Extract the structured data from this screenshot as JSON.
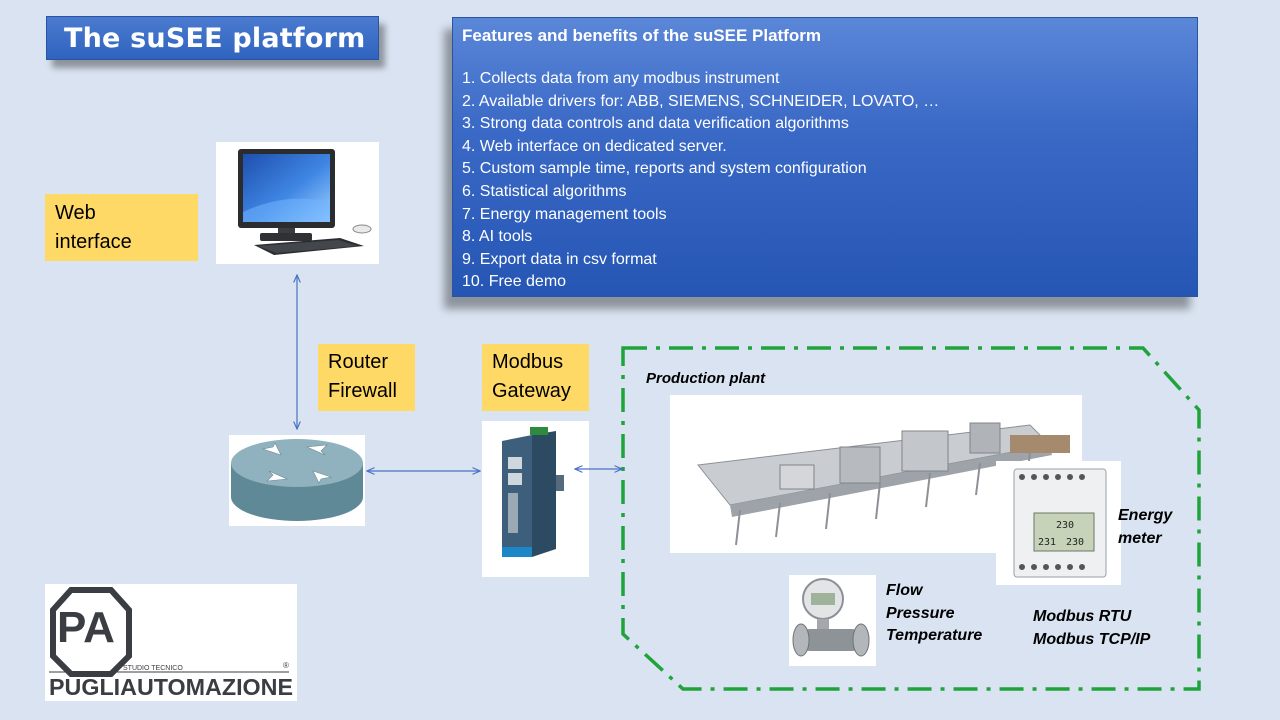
{
  "title": "The suSEE platform",
  "features": {
    "heading": "Features and benefits of the suSEE Platform",
    "items": [
      "1. Collects data from any modbus instrument",
      "2. Available drivers for: ABB, SIEMENS, SCHNEIDER, LOVATO, …",
      "3. Strong data controls and data verification algorithms",
      "4. Web interface on dedicated server.",
      "5. Custom sample time,  reports and system configuration",
      "6. Statistical algorithms",
      "7. Energy management tools",
      "8. AI tools",
      "9. Export data in csv format",
      "10. Free demo"
    ]
  },
  "labels": {
    "web_line1": "Web",
    "web_line2": "interface",
    "router_line1": "Router",
    "router_line2": "Firewall",
    "gateway_line1": "Modbus",
    "gateway_line2": "Gateway"
  },
  "plant": {
    "title": "Production plant",
    "energy_line1": "Energy",
    "energy_line2": "meter",
    "flow_line1": "Flow",
    "flow_line2": "Pressure",
    "flow_line3": "Temperature",
    "modbus_line1": "Modbus RTU",
    "modbus_line2": "Modbus TCP/IP"
  },
  "meter_display": {
    "row1": "230",
    "row2a": "231",
    "row2b": "230"
  },
  "logo": {
    "letters": "PA",
    "subtitle": "STUDIO TECNICO",
    "name": "PUGLIAUTOMAZIONE",
    "mark": "®"
  },
  "colors": {
    "background": "#d9e3f1",
    "title_box": "#2f63be",
    "label_fill": "#ffd966",
    "plant_border": "#1fa33b",
    "connector": "#4a72c4"
  }
}
